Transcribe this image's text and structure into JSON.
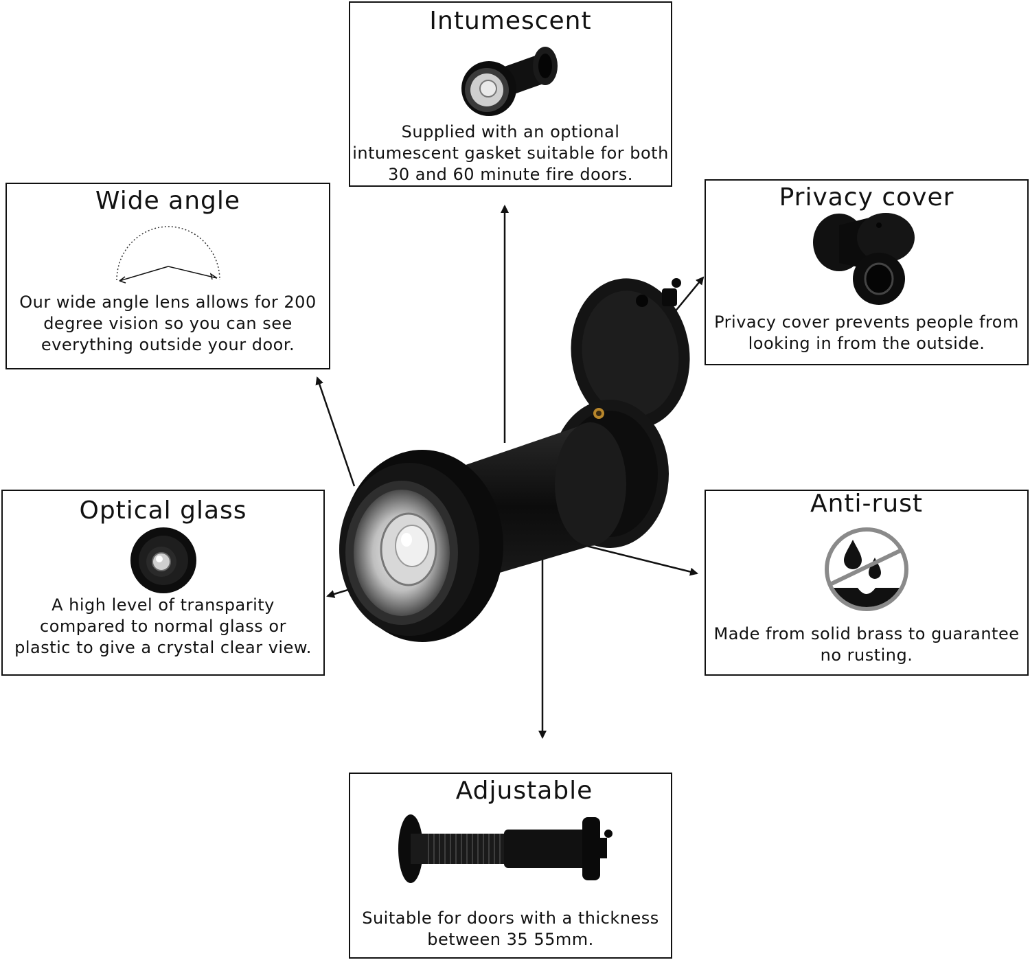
{
  "features": {
    "intumescent": {
      "title": "Intumescent",
      "desc": "Supplied with an optional intumescent gasket suitable for both 30 and 60 minute fire doors."
    },
    "wide_angle": {
      "title": "Wide angle",
      "desc": "Our wide angle lens allows for 200 degree vision so you can see everything outside your door."
    },
    "privacy_cover": {
      "title": "Privacy cover",
      "desc": "Privacy cover prevents people from looking in from the outside."
    },
    "optical_glass": {
      "title": "Optical glass",
      "desc": "A high level of transparity compared to normal glass or plastic to give a crystal clear view."
    },
    "anti_rust": {
      "title": "Anti-rust",
      "desc": "Made from solid brass to guarantee no rusting."
    },
    "adjustable": {
      "title": "Adjustable",
      "desc": "Suitable for doors with a thickness between 35 55mm."
    }
  },
  "icons": {
    "product": "door-viewer-icon",
    "wide_angle": "wide-angle-arc-icon",
    "anti_rust": "no-water-drops-icon"
  },
  "colors": {
    "product": "#121212",
    "border": "#111111",
    "antirust_ring": "#8a8a8a"
  }
}
